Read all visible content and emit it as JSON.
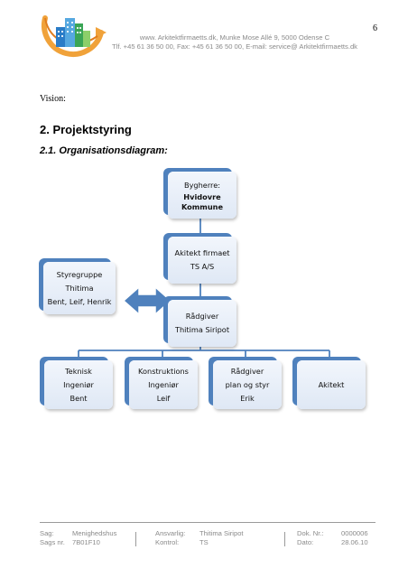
{
  "page": {
    "number": "6",
    "vision_label": "Vision:"
  },
  "header": {
    "line1": "www. Arkitektfirmaetts.dk, Munke Mose Allé 9, 5000 Odense C",
    "line2": "Tlf. +45 61 36 50 00, Fax: +45 61 36 50 00, E-mail: service@ Arkitektfirmaetts.dk"
  },
  "section": {
    "heading": "2.  Projektstyring",
    "subheading": "2.1.  Organisationsdiagram:"
  },
  "org": {
    "bygherre": {
      "line1": "Bygherre:",
      "line2": "Hvidovre",
      "line3": "Kommune"
    },
    "arkitekt": {
      "line1": "Akitekt firmaet",
      "line2": "TS A/S"
    },
    "raadgiver": {
      "line1": "Rådgiver",
      "line2": "Thitima Siripot"
    },
    "styregruppe": {
      "line1": "Styregruppe",
      "line2": "Thitima",
      "line3": "Bent, Leif, Henrik"
    },
    "teknisk": {
      "line1": "Teknisk",
      "line2": "Ingeniør",
      "line3": "Bent"
    },
    "konstruktions": {
      "line1": "Konstruktions",
      "line2": "Ingeniør",
      "line3": "Leif"
    },
    "plan": {
      "line1": "Rådgiver",
      "line2": "plan og styr",
      "line3": "Erik"
    },
    "akitekt": {
      "line1": "Akitekt"
    }
  },
  "footer": {
    "sag_label": "Sag:",
    "sag_value": "Menighedshus",
    "sagsnr_label": "Sags nr.",
    "sagsnr_value": "7B01F10",
    "ansvarlig_label": "Ansvarlig:",
    "ansvarlig_value": "Thitima Siripot",
    "kontrol_label": "Kontrol:",
    "kontrol_value": "TS",
    "doknr_label": "Dok. Nr.:",
    "doknr_value": "0000006",
    "dato_label": "Dato:",
    "dato_value": "28.06.10"
  },
  "colors": {
    "accent": "#4f81bd",
    "box_fill": "#e4ecf7",
    "text_grey": "#8a8a8a"
  }
}
